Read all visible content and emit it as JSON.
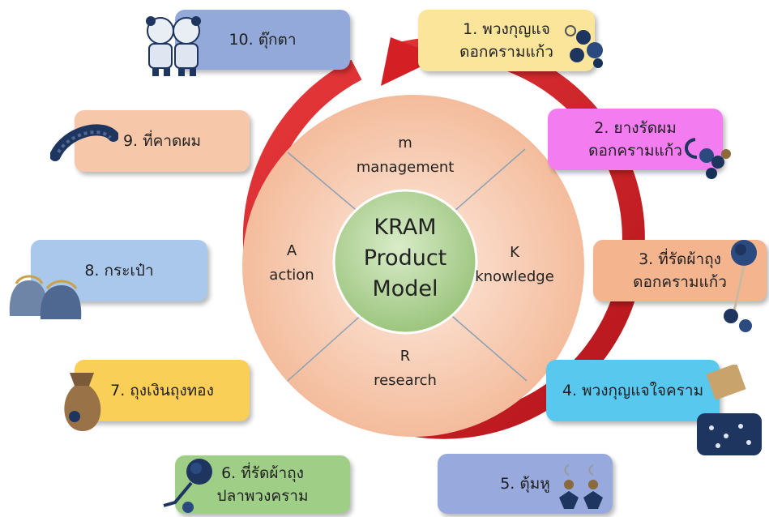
{
  "center": {
    "line1": "KRAM",
    "line2": "Product",
    "line3": "Model"
  },
  "quadrants": {
    "top": {
      "letter": "m",
      "word": "management"
    },
    "right": {
      "letter": "K",
      "word": "knowledge"
    },
    "bottom": {
      "letter": "R",
      "word": "research"
    },
    "left": {
      "letter": "A",
      "word": "action"
    }
  },
  "products": [
    {
      "label": "1. พวงกุญแจ\nดอกครามแก้ว",
      "color": "#fbe59a",
      "image": "keychain-flower-picture"
    },
    {
      "label": "2. ยางรัดผม\nดอกครามแก้ว",
      "color": "#f37cf0",
      "image": "hair-tie-picture"
    },
    {
      "label": "3. ที่รัดผ้าถุง\nดอกครามแก้ว",
      "color": "#f4b48e",
      "image": "sarong-band-picture"
    },
    {
      "label": "4. พวงกุญแจใจคราม",
      "color": "#58c8ef",
      "image": "keychain-heart-picture"
    },
    {
      "label": "5. ตุ้มหู",
      "color": "#97a9dd",
      "image": "earrings-picture"
    },
    {
      "label": "6. ที่รัดผ้าถุง\nปลาพวงคราม",
      "color": "#9fcf86",
      "image": "fish-band-picture"
    },
    {
      "label": "7. ถุงเงินถุงทอง",
      "color": "#f9cf57",
      "image": "pouch-picture"
    },
    {
      "label": "8. กระเป๋า",
      "color": "#a9c8ec",
      "image": "coin-purse-picture"
    },
    {
      "label": "9. ที่คาดผม",
      "color": "#f6c7a8",
      "image": "headband-picture"
    },
    {
      "label": "10. ตุ๊กตา",
      "color": "#93a9da",
      "image": "doll-picture"
    }
  ],
  "colors": {
    "ring": "#d41f24",
    "disk": "#f6c7ab",
    "hub": "#b3d49b",
    "indigo": "#1e3560"
  }
}
